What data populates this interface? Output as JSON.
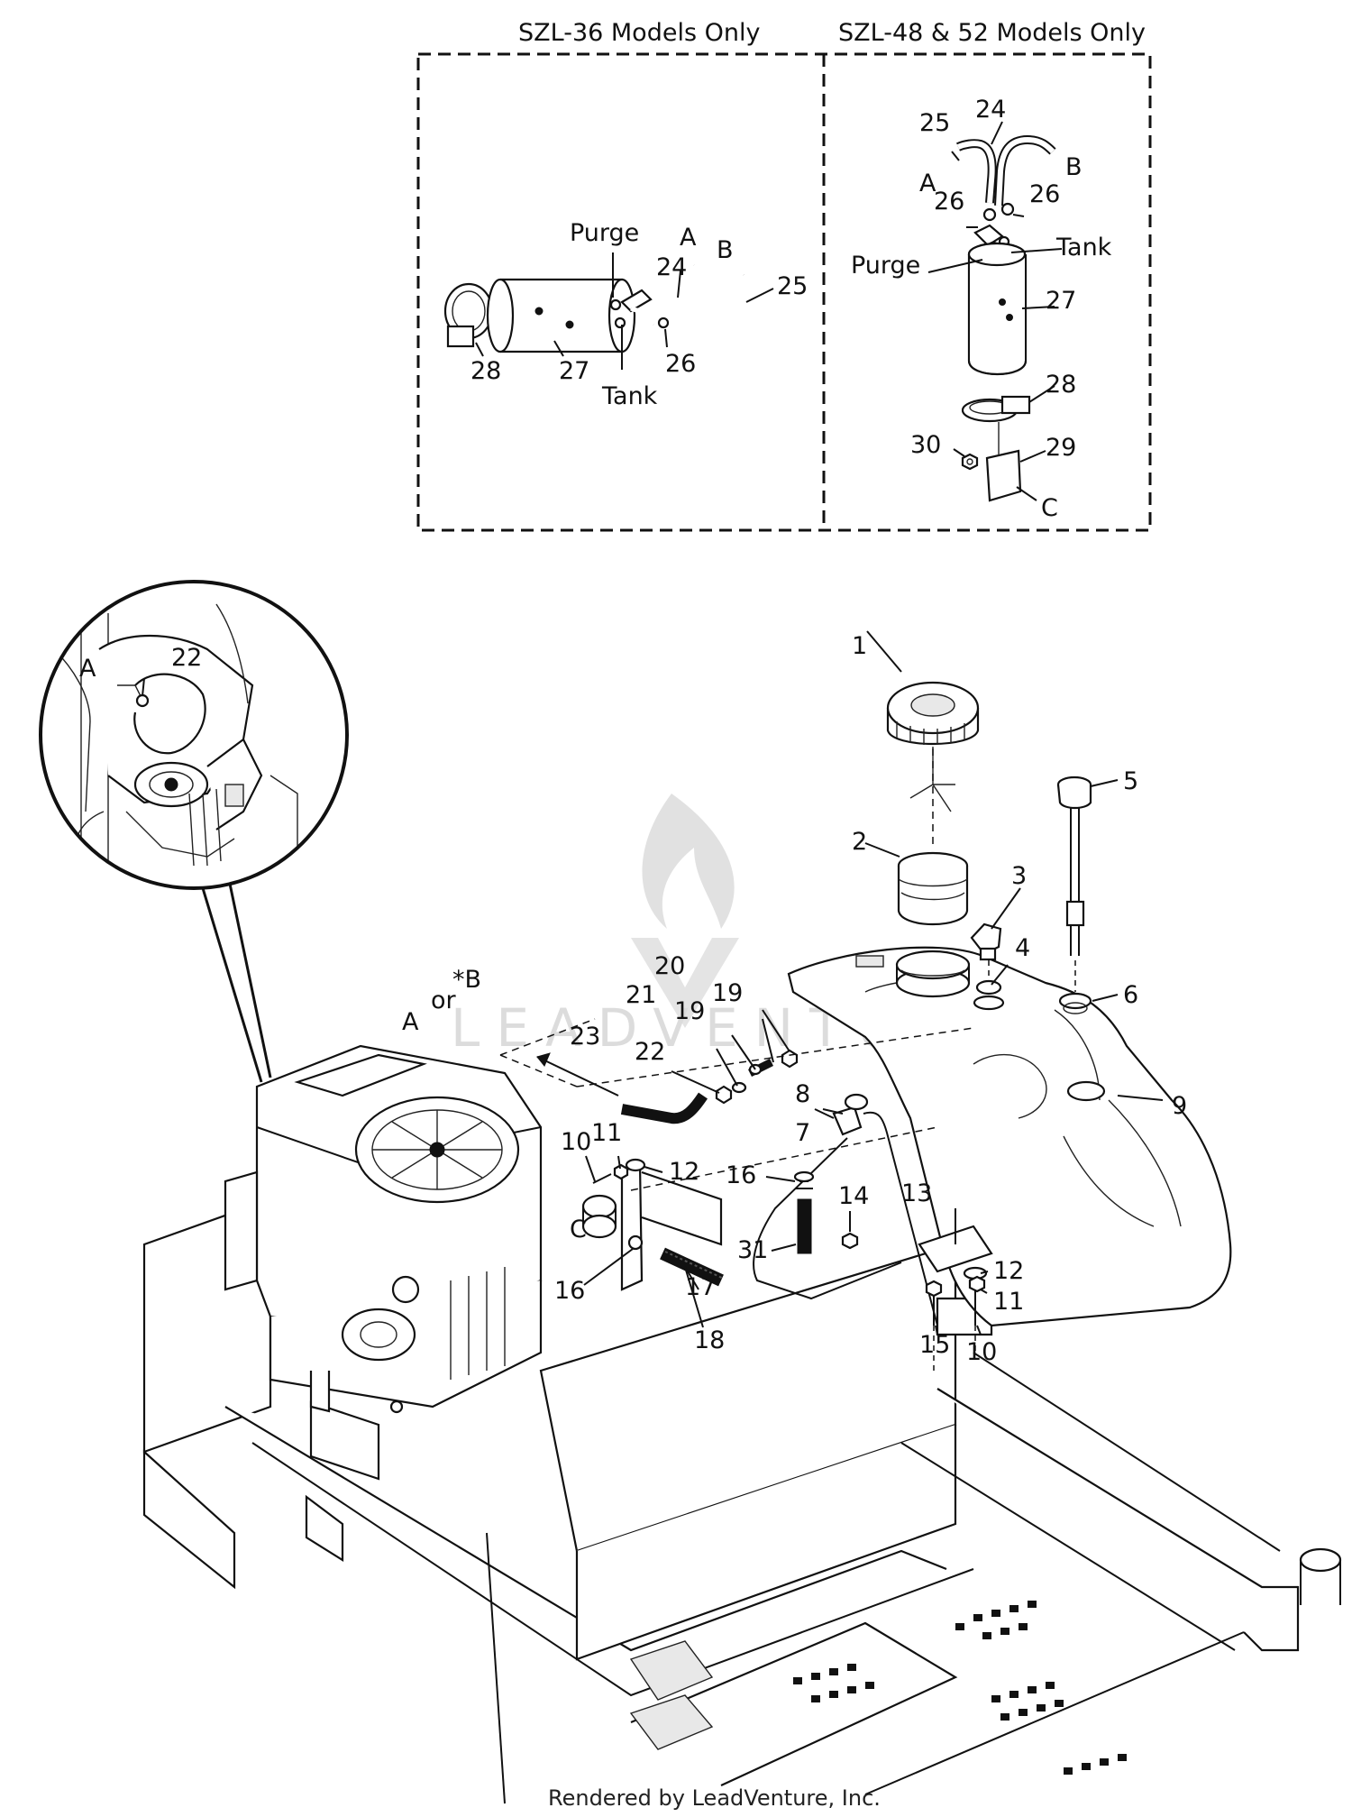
{
  "headers": {
    "left_box": "SZL-36 Models Only",
    "right_box": "SZL-48 & 52 Models Only"
  },
  "watermark": "LEADVENTURE",
  "footer": "Rendered by LeadVenture, Inc.",
  "box36_labels": {
    "purge": "Purge",
    "a": "A",
    "b": "B",
    "n24": "24",
    "n25": "25",
    "n28": "28",
    "n27": "27",
    "n26": "26",
    "tank": "Tank"
  },
  "box48_labels": {
    "n25": "25",
    "n24": "24",
    "a": "A",
    "b": "B",
    "n26a": "26",
    "n26b": "26",
    "purge": "Purge",
    "tank": "Tank",
    "n27": "27",
    "n28": "28",
    "n30": "30",
    "n29": "29",
    "c": "C"
  },
  "inset_labels": {
    "a": "A",
    "n22": "22"
  },
  "main_labels": {
    "n1": "1",
    "n2": "2",
    "n3": "3",
    "n4": "4",
    "n5": "5",
    "n6": "6",
    "n7": "7",
    "n8": "8",
    "n9": "9",
    "n10a": "10",
    "n11a": "11",
    "n12a": "12",
    "n13": "13",
    "n12b": "12",
    "n11b": "11",
    "n10b": "10",
    "n14": "14",
    "n15": "15",
    "n16a": "16",
    "n16b": "16",
    "n17": "17",
    "n18": "18",
    "n19a": "19",
    "n19b": "19",
    "n20": "20",
    "n21": "21",
    "n22": "22",
    "n23": "23",
    "n31": "31",
    "star_b": "*B",
    "or": "or",
    "a": "A",
    "c": "C"
  }
}
